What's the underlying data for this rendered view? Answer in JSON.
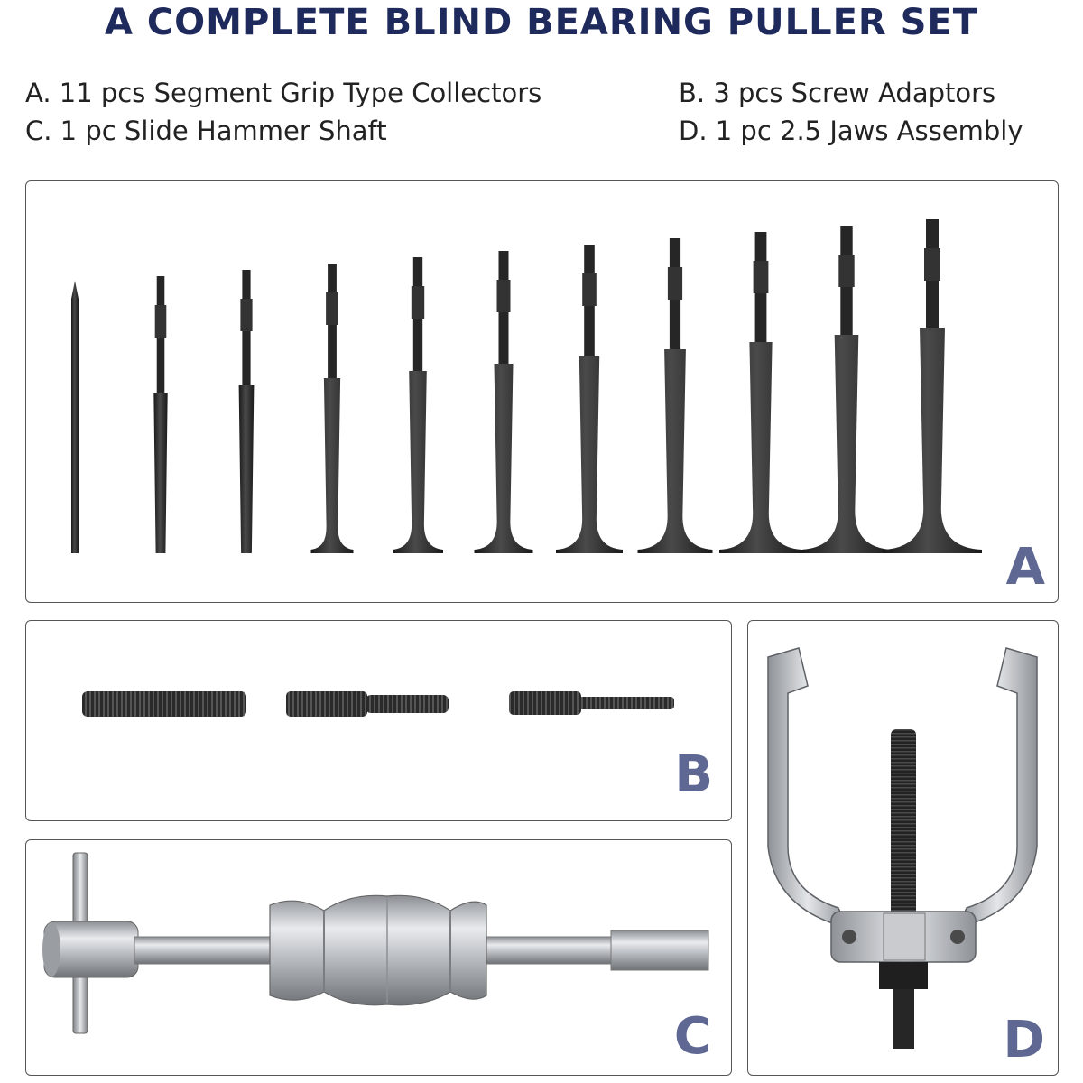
{
  "title": "A COMPLETE BLIND BEARING PULLER SET",
  "legend": {
    "a": "A. 11 pcs Segment Grip Type Collectors",
    "b": "B. 3 pcs Screw Adaptors",
    "c": "C. 1 pc Slide Hammer Shaft",
    "d": "D. 1 pc 2.5 Jaws Assembly"
  },
  "panels": {
    "a": {
      "label": "A"
    },
    "b": {
      "label": "B"
    },
    "c": {
      "label": "C"
    },
    "d": {
      "label": "D"
    }
  },
  "colors": {
    "title": "#1f2a5c",
    "panel_letter": "#5e6893",
    "steel_dark": "#2b2b2b",
    "steel_silver": "#b9bcc0"
  }
}
